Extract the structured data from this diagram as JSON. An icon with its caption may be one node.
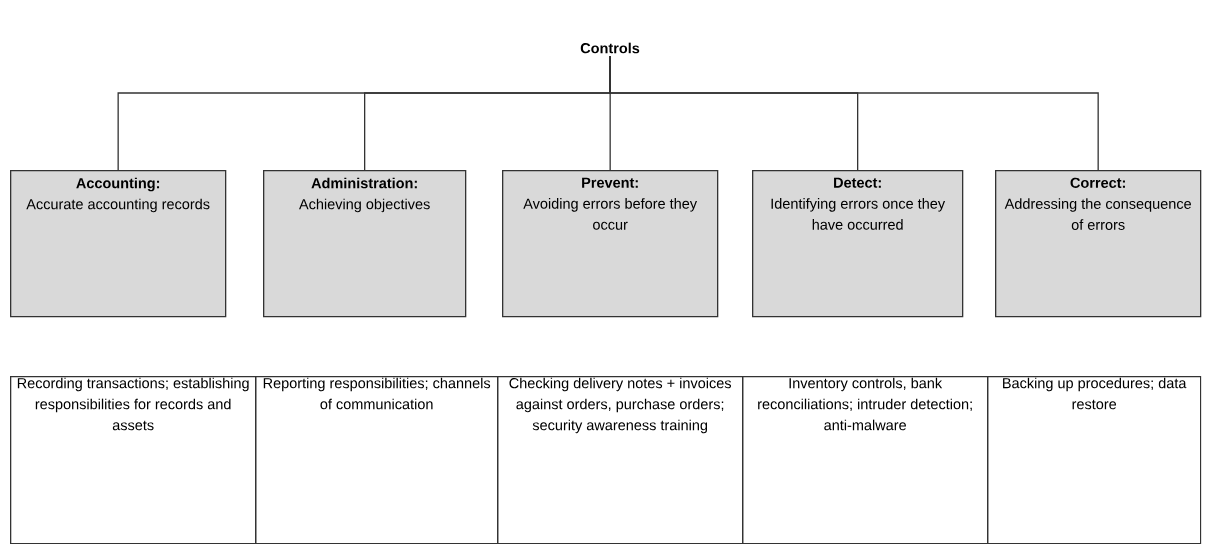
{
  "diagram": {
    "nodes": [
      {
        "text": [
          "Controls"
        ]
      },
      {
        "text": [
          "Accounting:",
          "Accurate accounting records"
        ]
      },
      {
        "text": [
          "Administration:",
          "Achieving objectives"
        ]
      },
      {
        "text": [
          "Prevent:",
          "Avoiding errors before they occur"
        ]
      },
      {
        "text": [
          "Detect:",
          "Identifying errors once they have occurred"
        ]
      },
      {
        "text": [
          "Correct:",
          "Addressing the consequence of errors"
        ]
      },
      {
        "text": [
          "Recording transactions; establishing responsibilities for records and assets"
        ]
      },
      {
        "text": [
          "Reporting responsibilities; channels of communication"
        ]
      },
      {
        "text": [
          "Checking delivery notes + invoices against orders, purchase orders; security awareness training"
        ]
      },
      {
        "text": [
          "Inventory controls, bank reconciliations; intruder detection; anti-malware"
        ]
      },
      {
        "text": [
          "Backing up procedures; data restore"
        ]
      }
    ],
    "edges": [
      {
        "from": 0,
        "to": 1,
        "arrow": "none"
      },
      {
        "from": 0,
        "to": 2,
        "arrow": "none"
      },
      {
        "from": 0,
        "to": 3,
        "arrow": "none"
      },
      {
        "from": 0,
        "to": 4,
        "arrow": "none"
      },
      {
        "from": 0,
        "to": 5,
        "arrow": "none"
      }
    ]
  }
}
